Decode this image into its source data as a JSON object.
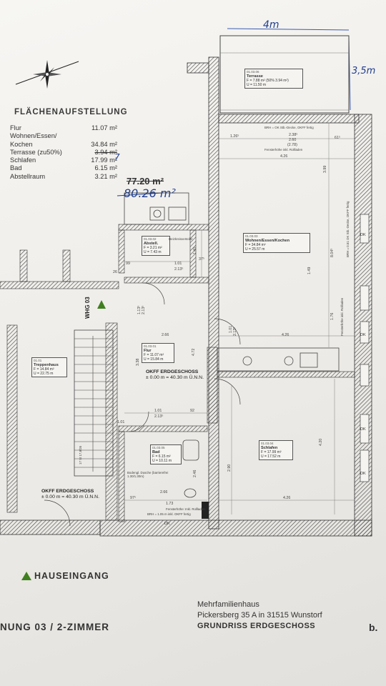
{
  "area_summary": {
    "title": "FLÄCHENAUFSTELLUNG",
    "rows": [
      {
        "name": "Flur",
        "value": "11.07 m²"
      },
      {
        "name": "Wohnen/Essen/",
        "value": ""
      },
      {
        "name": "Kochen",
        "value": "34.84 m²"
      },
      {
        "name": "Terrasse (zu50%)",
        "value": "3.94 m²"
      },
      {
        "name": "Schlafen",
        "value": "17.99 m²"
      },
      {
        "name": "Bad",
        "value": "6.15 m²"
      },
      {
        "name": "Abstellraum",
        "value": "3.21 m²"
      }
    ],
    "total_printed": "77.20 m²",
    "total_handwritten": "80.26 m²",
    "handwritten_marker": "7"
  },
  "terrace_handnotes": {
    "width": "4m",
    "depth": "3,5m"
  },
  "rooms": [
    {
      "id": "01.03.06",
      "name": "Terrasse",
      "line1": "F = 7.88 m² (50% 3.94 m²)",
      "line2": "U = 11.50 m"
    },
    {
      "id": "01.03.03",
      "name": "Wohnen/Essen/Kochen",
      "line1": "F = 34.84 m²",
      "line2": "U = 25.57 m"
    },
    {
      "id": "01.03.02",
      "name": "Abstell.",
      "line1": "F = 3.21 m²",
      "line2": "U = 7.43 m"
    },
    {
      "id": "01.03.01",
      "name": "Flur",
      "line1": "F = 11.07 m²",
      "line2": "U = 15.84 m"
    },
    {
      "id": "01.03.05",
      "name": "Bad",
      "line1": "F = 6.15 m²",
      "line2": "U = 10.11 m"
    },
    {
      "id": "01.03.04",
      "name": "Schlafen",
      "line1": "F = 17.99 m²",
      "line2": "U = 17.52 m"
    },
    {
      "id": "01.01",
      "name": "Treppenhaus",
      "line1": "F = 14.84 m²",
      "line2": "U = 22.75 m"
    }
  ],
  "floor_level_labels": [
    {
      "title": "OKFF ERDGESCHOSS",
      "value": "± 0.00 m = 40.30 m Ü.N.N."
    },
    {
      "title": "OKFF ERDGESCHOSS",
      "value": "± 0.00 m = 40.30 m Ü.N.N."
    }
  ],
  "unit_marker": "WHG 03",
  "notes": {
    "heating_distributor": "Heizkreisverteiler",
    "bath_fixtures": "Bodengl. Dusche (barrierefrei 1.30/1.30m)",
    "bath_window": "Fensterhöhe: Inkl. Rollladen",
    "bath_window_brh": "BRH = 1.05 m inkl. OKFF fertig",
    "terrace_door": "BRH = OK Stb.-Decke, OKFF fertig",
    "living_window_top": "Fensterhöhe inkl. Rollladen",
    "right_window": "BRH = 0.51 OK Stb.-Decke, OKFF fertig",
    "right_window_2": "Fensterhöhe inkl. Rollladen",
    "stair_label": "17 St 17,8/26"
  },
  "door_marks": [
    "DK",
    "DK",
    "DK",
    "DK",
    "DK"
  ],
  "dimensions": {
    "terr_top": "1.26⁵",
    "terr_a": "2.38⁵",
    "terr_b": "2.60",
    "terr_c": "(2.78)",
    "terr_d": "61⁵",
    "living_w": "4.26",
    "living_h1": "3.99",
    "living_h2": "8.04⁵",
    "living_h3": "1.49",
    "living_h4": "1.76",
    "abst_w": "99",
    "abst_w2": "1.01",
    "abst_w3": "2.13⁵",
    "abst_h": "1.40",
    "abst_d": "37⁵",
    "abst_d2": "26",
    "flur_w": "2.66",
    "flur_w2": "4.26",
    "flur_h": "1.13⁵",
    "flur_h2": "2.13⁵",
    "flur_h3": "3.38",
    "flur_h4": "4.72",
    "bad_w": "1.01",
    "bad_w2": "2.13⁵",
    "bad_w3": "92",
    "bad_h": "2.46",
    "bottom_w": "2.66",
    "bottom_w2": "4.26",
    "bottom_a": "97⁵",
    "bottom_b": "1.73",
    "bottom_c": "1.01",
    "schlaf_h": "2.90",
    "schlaf_h2": "4.20",
    "door_w": "1.01",
    "door_h": "2.13⁵"
  },
  "entrance_label": "HAUSEINGANG",
  "flat_title": "NUNG 03 / 2-ZIMMER",
  "project": {
    "line1": "Mehrfamilienhaus",
    "line2": "Pickersberg 35 A in 31515 Wunstorf",
    "plan_name": "GRUNDRISS ERDGESCHOSS",
    "corner_letter": "b."
  }
}
